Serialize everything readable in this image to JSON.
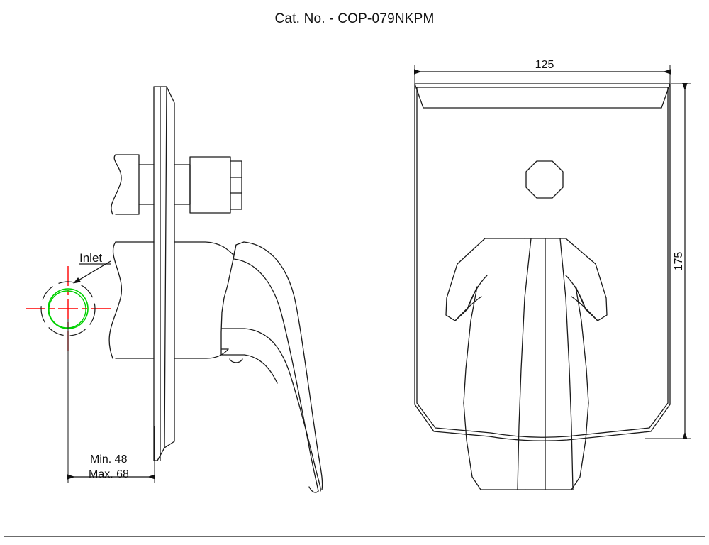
{
  "sheet": {
    "title": "Cat. No. - COP-079NKPM",
    "background": "#ffffff",
    "border_color": "#6b6b6b",
    "line_color": "#1a1a1a"
  },
  "colors": {
    "outline": "#1a1a1a",
    "dimension": "#111111",
    "centerline": "#ff0000",
    "inlet_circle": "#00d000",
    "hidden": "#1a1a1a"
  },
  "views": {
    "side_view": {
      "name": "side-section-view",
      "labels": {
        "inlet": "Inlet",
        "min_depth": "Min. 48",
        "max_depth": "Max. 68"
      }
    },
    "front_view": {
      "name": "front-elevation-view",
      "dimensions": {
        "width": "125",
        "height": "175"
      }
    }
  },
  "annotations": [
    {
      "id": "inlet-label",
      "text": "Inlet"
    },
    {
      "id": "min-depth",
      "text": "Min. 48"
    },
    {
      "id": "max-depth",
      "text": "Max. 68"
    },
    {
      "id": "width-dim",
      "text": "125"
    },
    {
      "id": "height-dim",
      "text": "175"
    }
  ]
}
